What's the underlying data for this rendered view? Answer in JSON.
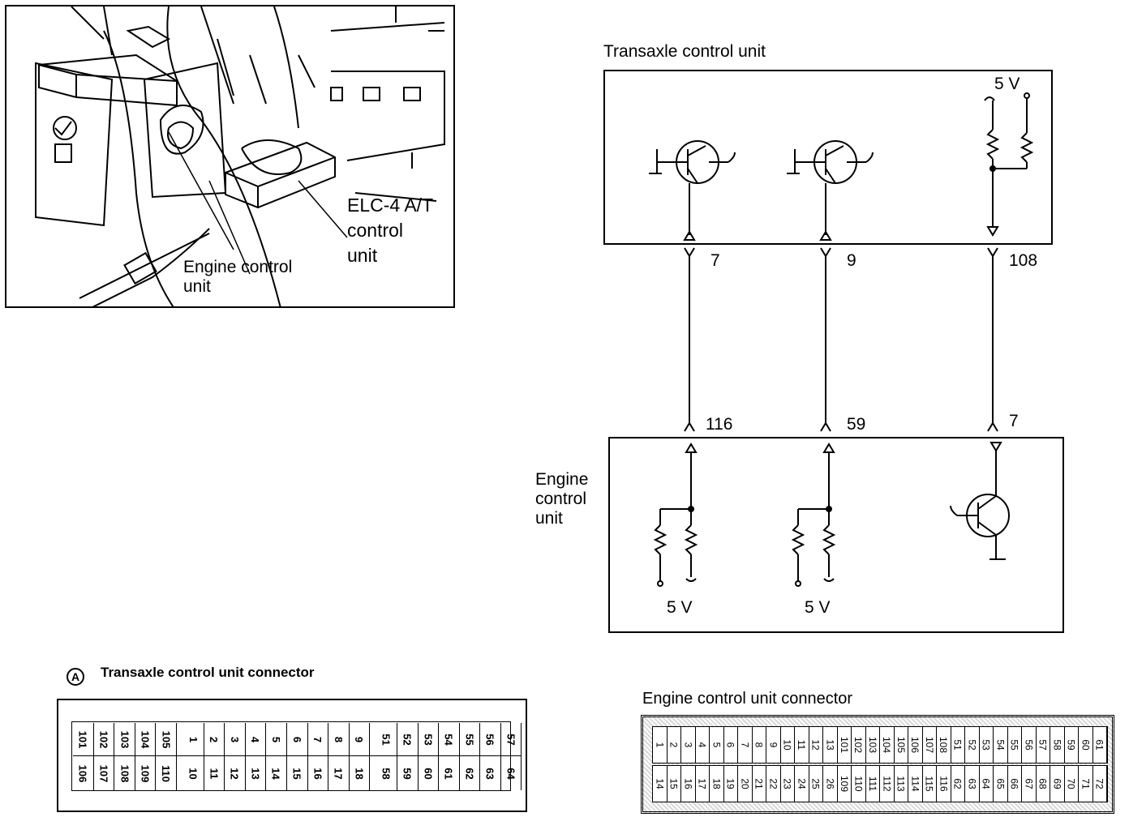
{
  "photo": {
    "label_elc": "ELC-4 A/T",
    "label_elc2": "control",
    "label_elc3": "unit",
    "label_ecu": "Engine control",
    "label_ecu2": "unit"
  },
  "schematic": {
    "tcu_title": "Transaxle control unit",
    "tcu_supply": "5 V",
    "ecu_title_1": "Engine",
    "ecu_title_2": "control",
    "ecu_title_3": "unit",
    "ecu_supply_1": "5 V",
    "ecu_supply_2": "5 V",
    "tcu_pins": [
      "7",
      "9",
      "108"
    ],
    "ecu_pins": [
      "116",
      "59",
      "7"
    ]
  },
  "tcu_connector": {
    "marker": "A",
    "title": "Transaxle control unit connector",
    "top_row": [
      "101",
      "102",
      "103",
      "104",
      "105",
      "1",
      "2",
      "3",
      "4",
      "5",
      "6",
      "7",
      "8",
      "9",
      "51",
      "52",
      "53",
      "54",
      "55",
      "56",
      "57"
    ],
    "bottom_row": [
      "106",
      "107",
      "108",
      "109",
      "110",
      "10",
      "11",
      "12",
      "13",
      "14",
      "15",
      "16",
      "17",
      "18",
      "58",
      "59",
      "60",
      "61",
      "62",
      "63",
      "64"
    ]
  },
  "ecu_connector": {
    "title": "Engine control unit connector",
    "top_row": [
      "1",
      "2",
      "3",
      "4",
      "5",
      "6",
      "7",
      "8",
      "9",
      "10",
      "11",
      "12",
      "13",
      "101",
      "102",
      "103",
      "104",
      "105",
      "106",
      "107",
      "108",
      "51",
      "52",
      "53",
      "54",
      "55",
      "56",
      "57",
      "58",
      "59",
      "60",
      "61"
    ],
    "bottom_row": [
      "14",
      "15",
      "16",
      "17",
      "18",
      "19",
      "20",
      "21",
      "22",
      "23",
      "24",
      "25",
      "26",
      "109",
      "110",
      "111",
      "112",
      "113",
      "114",
      "115",
      "116",
      "62",
      "63",
      "64",
      "65",
      "66",
      "67",
      "68",
      "69",
      "70",
      "71",
      "72"
    ]
  }
}
